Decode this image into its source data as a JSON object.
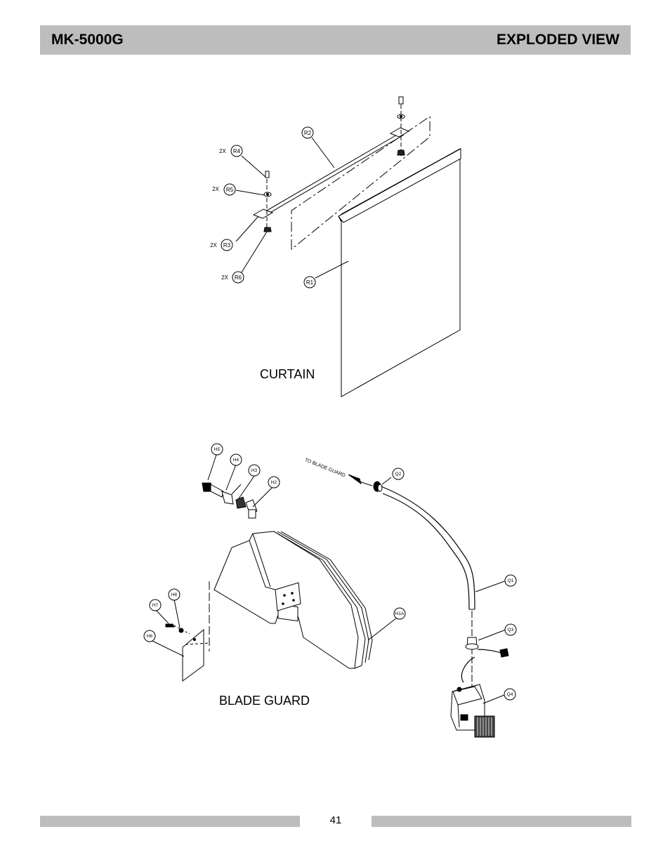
{
  "header": {
    "model": "MK-5000G",
    "title": "EXPLODED VIEW"
  },
  "footer": {
    "page_number": "41"
  },
  "sections": {
    "curtain": {
      "label": "CURTAIN",
      "parts": [
        {
          "id": "R1",
          "qty": ""
        },
        {
          "id": "R2",
          "qty": ""
        },
        {
          "id": "R3",
          "qty": "2X"
        },
        {
          "id": "R4",
          "qty": "2X"
        },
        {
          "id": "R5",
          "qty": "2X"
        },
        {
          "id": "R6",
          "qty": "2X"
        }
      ]
    },
    "blade_guard": {
      "label": "BLADE GUARD",
      "hose_note": "TO BLADE GUARD",
      "parts": [
        "H1A",
        "H2",
        "H3",
        "H4",
        "H5",
        "H6",
        "H7",
        "H8",
        "Q1",
        "Q2",
        "Q3",
        "Q4"
      ]
    }
  }
}
